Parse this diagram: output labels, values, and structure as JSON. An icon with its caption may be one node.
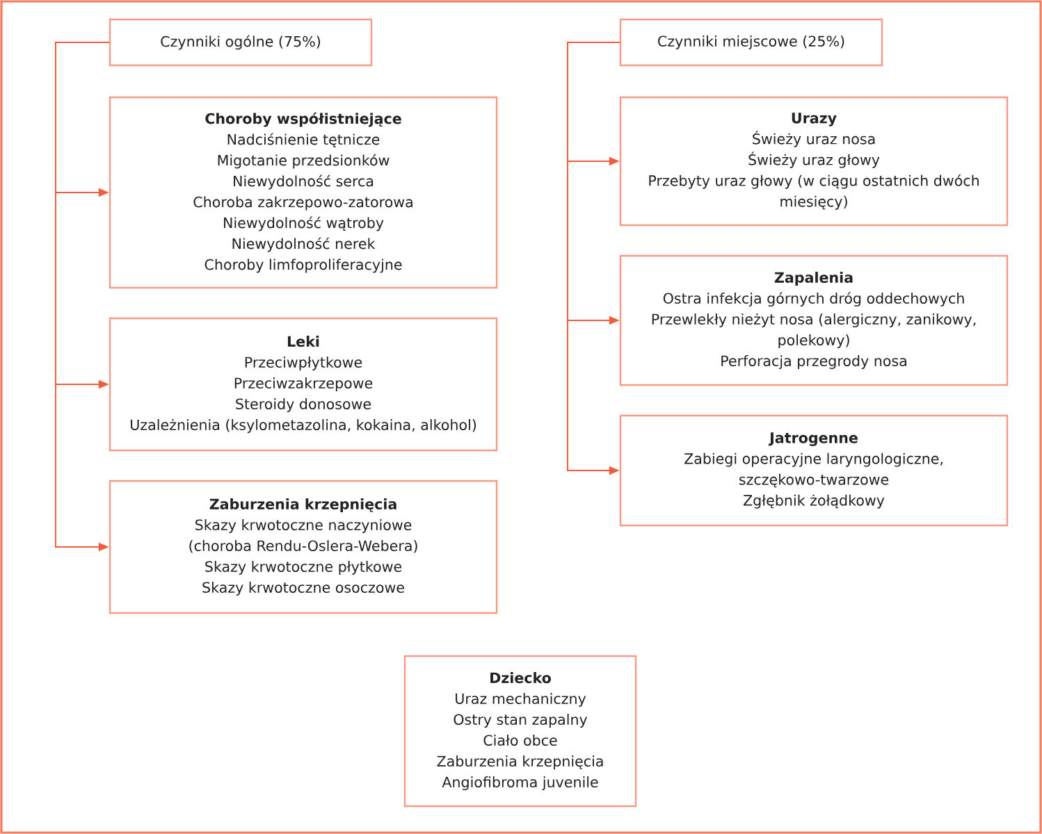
{
  "diagram": {
    "nodes": [
      {
        "text": [
          "Czynniki ogólne (75%)"
        ]
      },
      {
        "text": [
          "Choroby współistniejące",
          "Nadciśnienie tętnicze",
          "Migotanie przedsionków",
          "Niewydolność serca",
          "Choroba zakrzepowo-zatorowa",
          "Niewydolność wątroby",
          "Niewydolność nerek",
          "Choroby limfoproliferacyjne"
        ]
      },
      {
        "text": [
          "Leki",
          "Przeciwpłytkowe",
          "Przeciwzakrzepowe",
          "Steroidy donosowe",
          "Uzależnienia (ksylometazolina, kokaina, alkohol)"
        ]
      },
      {
        "text": [
          "Zaburzenia krzepnięcia",
          "Skazy krwotoczne naczyniowe (choroba Rendu-Oslera-Webera)",
          "Skazy krwotoczne płytkowe",
          "Skazy krwotoczne osoczowe"
        ]
      },
      {
        "text": [
          "Czynniki miejscowe (25%)"
        ]
      },
      {
        "text": [
          "Urazy",
          "Świeży uraz nosa",
          "Świeży uraz głowy",
          "Przebyty uraz głowy (w ciągu ostatnich dwóch miesięcy)"
        ]
      },
      {
        "text": [
          "Zapalenia",
          "Ostra infekcja górnych dróg oddechowych",
          "Przewlekły nieżyt nosa (alergiczny, zanikowy, polekowy)",
          "Perforacja przegrody nosa"
        ]
      },
      {
        "text": [
          "Jatrogenne",
          "Zabiegi operacyjne laryngologiczne, szczękowo-twarzowe",
          "Zgłębnik żołądkowy"
        ]
      },
      {
        "text": [
          "Dziecko",
          "Uraz mechaniczny",
          "Ostry stan zapalny",
          "Ciało obce",
          "Zaburzenia krzepnięcia",
          "Angiofibroma juvenile"
        ]
      }
    ],
    "edges": [
      {
        "from": 0,
        "to": 1,
        "arrow": "to"
      },
      {
        "from": 0,
        "to": 2,
        "arrow": "to"
      },
      {
        "from": 0,
        "to": 3,
        "arrow": "to"
      },
      {
        "from": 4,
        "to": 5,
        "arrow": "to"
      },
      {
        "from": 4,
        "to": 6,
        "arrow": "to"
      },
      {
        "from": 4,
        "to": 7,
        "arrow": "to"
      }
    ]
  }
}
